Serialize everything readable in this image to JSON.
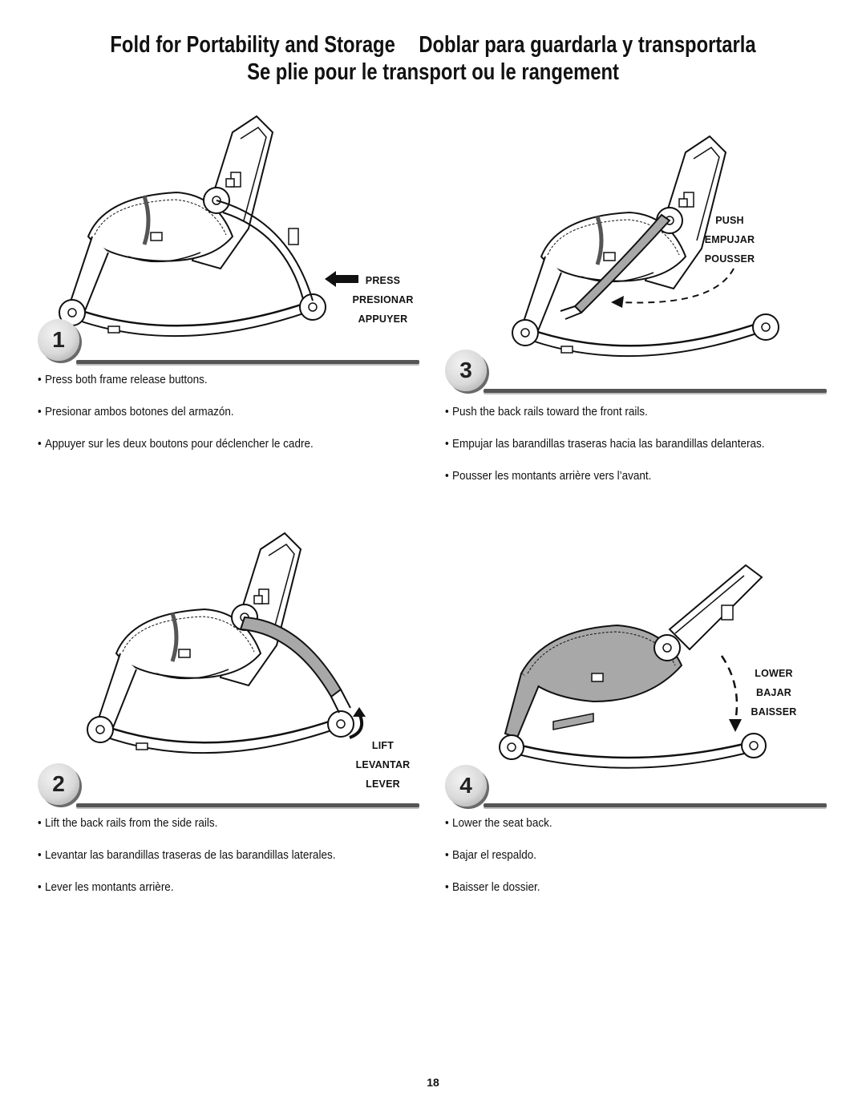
{
  "header": {
    "title_en": "Fold for Portability and Storage",
    "title_es": "Doblar para guardarla y transportarla",
    "title_fr": "Se plie pour le transport ou le rangement"
  },
  "steps": [
    {
      "number": "1",
      "callout": [
        "PRESS",
        "PRESIONAR",
        "APPUYER"
      ],
      "bullets": [
        "Press both frame release buttons.",
        "Presionar ambos botones del armazón.",
        "Appuyer sur les deux boutons pour déclencher le cadre."
      ]
    },
    {
      "number": "2",
      "callout": [
        "LIFT",
        "LEVANTAR",
        "LEVER"
      ],
      "bullets": [
        "Lift the back rails from the side rails.",
        "Levantar las barandillas traseras de las barandillas laterales.",
        "Lever les montants arrière."
      ]
    },
    {
      "number": "3",
      "callout": [
        "PUSH",
        "EMPUJAR",
        "POUSSER"
      ],
      "bullets": [
        "Push the back rails toward the front rails.",
        "Empujar las barandillas traseras hacia las barandillas delanteras.",
        "Pousser les montants arrière vers l’avant."
      ]
    },
    {
      "number": "4",
      "callout": [
        "LOWER",
        "BAJAR",
        "BAISSER"
      ],
      "bullets": [
        "Lower the seat back.",
        "Bajar el respaldo.",
        "Baisser le dossier."
      ]
    }
  ],
  "footer": {
    "page_number": "18"
  },
  "colors": {
    "rule": "#555555",
    "highlight": "#a8a8a8",
    "ink": "#111111"
  },
  "icons": [
    "rocker-seat-illustration",
    "left-arrow-icon",
    "curved-up-arrow-icon",
    "dashed-arrow-icon",
    "dashed-down-arrow-icon"
  ]
}
